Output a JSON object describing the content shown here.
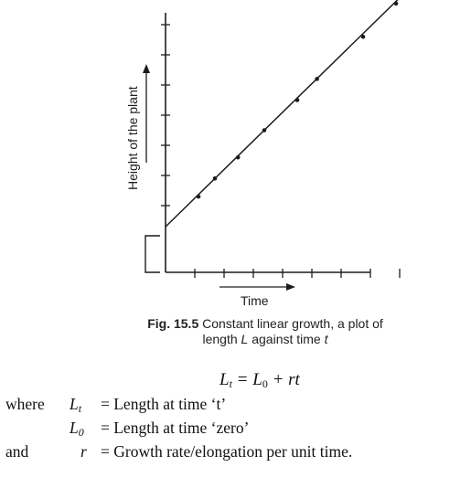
{
  "chart_data": {
    "type": "scatter",
    "xlabel": "Time",
    "ylabel": "Height of the plant",
    "x_tick_count": 8,
    "y_tick_count": 8,
    "line": {
      "start": [
        0,
        0.3
      ],
      "end": [
        7.4,
        8.2
      ]
    },
    "points": [
      {
        "x": 1.0,
        "y": 1.3
      },
      {
        "x": 1.5,
        "y": 1.9
      },
      {
        "x": 2.2,
        "y": 2.6
      },
      {
        "x": 3.0,
        "y": 3.5
      },
      {
        "x": 4.0,
        "y": 4.5
      },
      {
        "x": 4.6,
        "y": 5.2
      },
      {
        "x": 6.0,
        "y": 6.6
      },
      {
        "x": 7.0,
        "y": 7.7
      }
    ],
    "xlim": [
      0,
      8
    ],
    "ylim": [
      -1.5,
      8.5
    ],
    "grid": false,
    "legend": "none",
    "line_color": "#1c1c1c"
  },
  "caption": {
    "fig_label": "Fig. 15.5",
    "line1": " Constant  linear growth, a plot of",
    "line2_a": "length ",
    "line2_L": "L",
    "line2_b": " against time ",
    "line2_t": "t"
  },
  "equation": {
    "lhs": "L",
    "lhs_sub": "t",
    "rhs_a": " = L",
    "rhs_sub": "0",
    "rhs_b": " + rt"
  },
  "definitions": [
    {
      "lead": "where",
      "symbol": "L",
      "sub": "t",
      "text": "= Length at time ‘t’"
    },
    {
      "lead": "",
      "symbol": "L",
      "sub": "0",
      "text": "= Length at time ‘zero’"
    },
    {
      "lead": "and",
      "symbol": "r",
      "sub": "",
      "text": "= Growth rate/elongation per unit time."
    }
  ]
}
